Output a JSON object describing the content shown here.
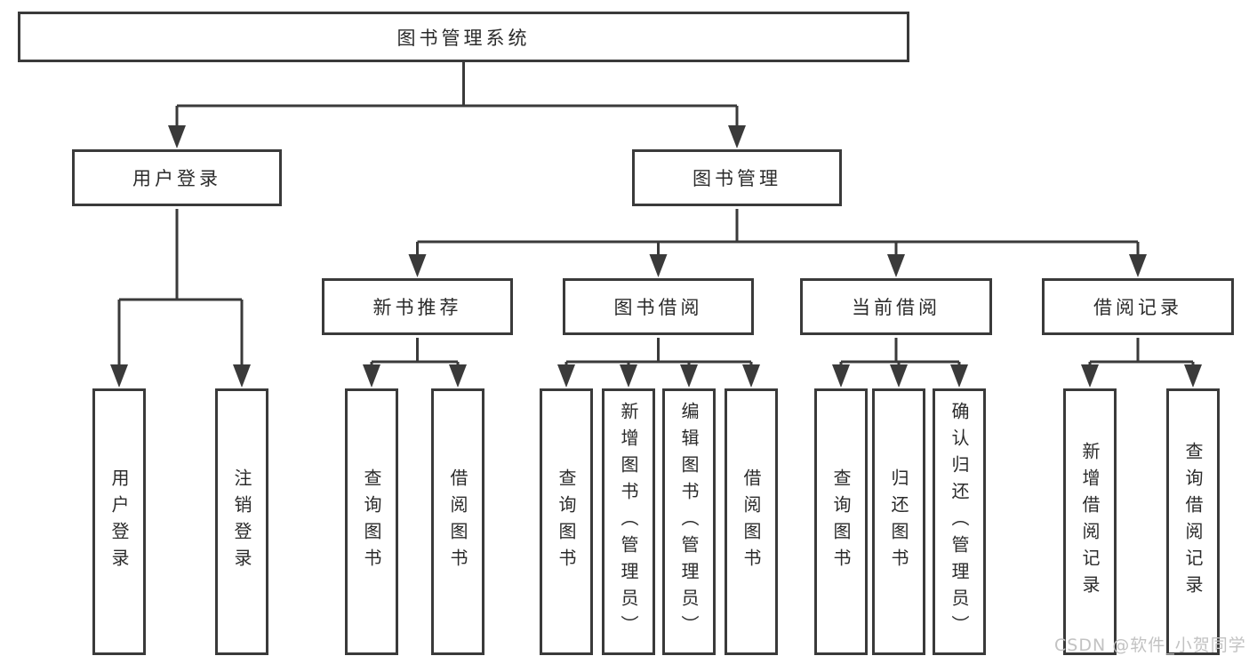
{
  "diagram": {
    "root": {
      "label": "图书管理系统"
    },
    "level2": [
      {
        "label": "用户登录"
      },
      {
        "label": "图书管理"
      }
    ],
    "level3": [
      {
        "label": "新书推荐"
      },
      {
        "label": "图书借阅"
      },
      {
        "label": "当前借阅"
      },
      {
        "label": "借阅记录"
      }
    ],
    "level4": {
      "login": [
        {
          "label": "用户登录"
        },
        {
          "label": "注销登录"
        }
      ],
      "recommend": [
        {
          "label": "查询图书"
        },
        {
          "label": "借阅图书"
        }
      ],
      "borrow": [
        {
          "label": "查询图书"
        },
        {
          "label": "新增图书（管理员）"
        },
        {
          "label": "编辑图书（管理员）"
        },
        {
          "label": "借阅图书"
        }
      ],
      "current": [
        {
          "label": "查询图书"
        },
        {
          "label": "归还图书"
        },
        {
          "label": "确认归还（管理员）"
        }
      ],
      "records": [
        {
          "label": "新增借阅记录"
        },
        {
          "label": "查询借阅记录"
        }
      ]
    }
  },
  "watermark": {
    "text": "CSDN @软件_小贺同学",
    "color": "#c2c2c2"
  },
  "colors": {
    "line": "#3a3a3a",
    "box_border": "#3a3a3a",
    "text": "#2b2b2b",
    "background": "#ffffff"
  }
}
